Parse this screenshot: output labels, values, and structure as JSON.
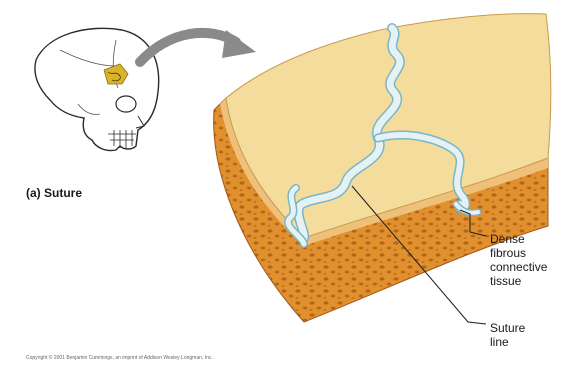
{
  "figure": {
    "caption": "(a) Suture",
    "labels": {
      "dense_tissue": "Dense\nfibrous\nconnective\ntissue",
      "suture_line": "Suture\nline"
    },
    "copyright": "Copyright © 2001 Benjamin Cummings, an imprint of Addison Wesley Longman, Inc."
  },
  "colors": {
    "bone_surface": "#f4dc9c",
    "bone_cross_section": "#e0902c",
    "spongy_pores": "#b4641c",
    "suture_tissue": "#e6f1f4",
    "suture_outline": "#7bb6c8",
    "arrow": "#8a8a8a",
    "highlight": "#d8b42a"
  },
  "icons": [
    "skull-illustration",
    "curved-arrow"
  ]
}
